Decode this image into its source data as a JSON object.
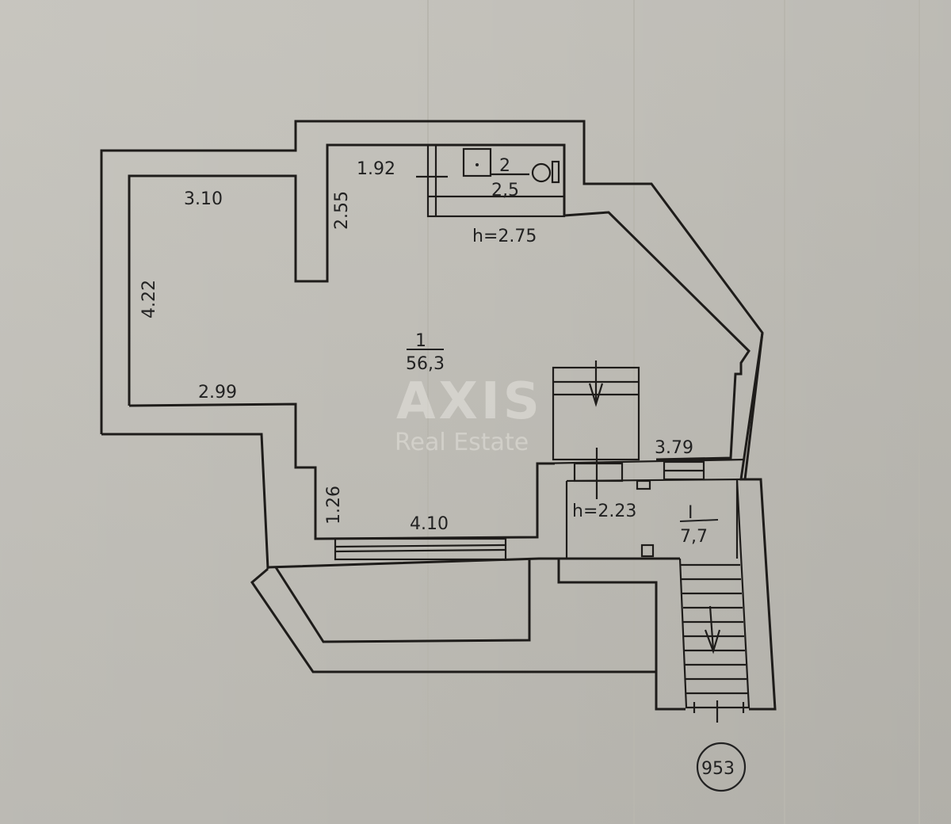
{
  "plan": {
    "sheet_number": "953",
    "watermark": {
      "brand": "AXIS",
      "tagline": "Real Estate"
    },
    "rooms": [
      {
        "id": "1",
        "area": "56,3",
        "height_label": "h=2.75"
      },
      {
        "id": "2",
        "area": "2,5"
      },
      {
        "id": "I",
        "area": "7,7",
        "height_label": "h=2.23"
      }
    ],
    "dimensions": {
      "top_left_width": "3.10",
      "left_height": "4.22",
      "lower_left_width": "2.99",
      "niche_height": "2.55",
      "bath_width": "1.92",
      "step_height": "1.26",
      "bottom_width": "4.10",
      "right_width": "3.79"
    },
    "colors": {
      "paper": "#c2c0b9",
      "ink": "#1e1c1a"
    }
  }
}
